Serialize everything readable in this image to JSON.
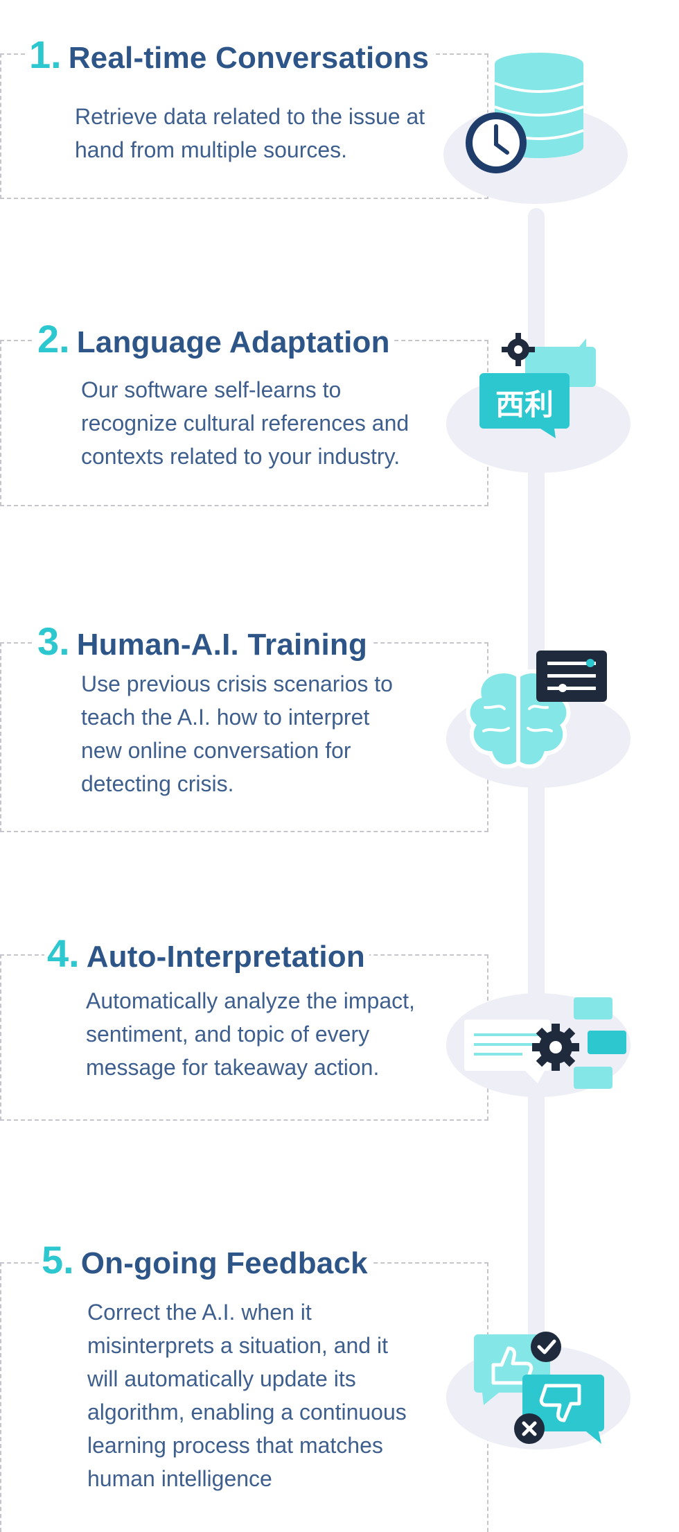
{
  "steps": [
    {
      "number": "1.",
      "title": "Real-time Conversations",
      "lines": [
        "Retrieve data related to the issue at",
        "hand from multiple sources."
      ]
    },
    {
      "number": "2.",
      "title": "Language Adaptation",
      "lines": [
        "Our software self-learns to",
        "recognize cultural references and",
        "contexts related to your industry."
      ],
      "icon_text": "西利"
    },
    {
      "number": "3.",
      "title": "Human-A.I. Training",
      "lines": [
        "Use previous crisis scenarios to",
        "teach the A.I. how to interpret",
        "new online conversation for",
        "detecting crisis."
      ]
    },
    {
      "number": "4.",
      "title": "Auto-Interpretation",
      "lines": [
        "Automatically analyze the impact,",
        "sentiment, and topic of every",
        "message for takeaway action."
      ]
    },
    {
      "number": "5.",
      "title": "On-going Feedback",
      "lines": [
        "Correct the A.I. when it",
        "misinterprets a situation, and it",
        "will automatically update its",
        "algorithm, enabling a continuous",
        "learning process that matches",
        "human intelligence"
      ]
    }
  ],
  "colors": {
    "accent": "#2cc7cf",
    "heading": "#2e5587",
    "body": "#3e5f8e",
    "dark": "#1f2a3c",
    "light_teal": "#84e6e6"
  },
  "icons": [
    "database-clock-icon",
    "translation-bubble-icon",
    "brain-settings-icon",
    "message-gear-icon",
    "feedback-thumbs-icon"
  ]
}
